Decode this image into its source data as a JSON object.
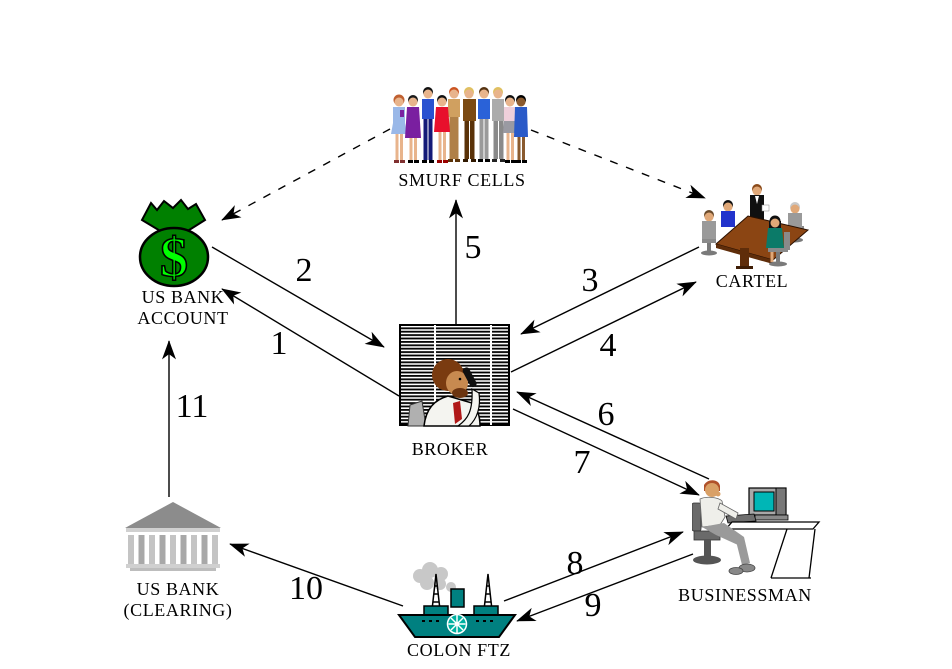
{
  "diagram": {
    "nodes": {
      "smurf_cells": {
        "label": "SMURF CELLS",
        "icon": "crowd-of-people"
      },
      "us_bank_account": {
        "line1": "US BANK",
        "line2": "ACCOUNT",
        "symbol": "$",
        "icon": "money-bag"
      },
      "cartel": {
        "label": "CARTEL",
        "icon": "boardroom-meeting"
      },
      "broker": {
        "label": "BROKER",
        "icon": "man-on-phone-by-blinds"
      },
      "businessman": {
        "label": "BUSINESSMAN",
        "icon": "man-at-computer-desk"
      },
      "us_bank_clearing": {
        "line1": "US BANK",
        "line2": "(CLEARING)",
        "icon": "bank-building"
      },
      "colon_ftz": {
        "label": "COLON FTZ",
        "icon": "cargo-ship"
      }
    },
    "flows": [
      {
        "label": "1",
        "from": "broker",
        "to": "us_bank_account",
        "style": "solid"
      },
      {
        "label": "2",
        "from": "us_bank_account",
        "to": "broker",
        "style": "solid"
      },
      {
        "label": "3",
        "from": "cartel",
        "to": "broker",
        "style": "solid"
      },
      {
        "label": "4",
        "from": "broker",
        "to": "cartel",
        "style": "solid"
      },
      {
        "label": "5",
        "from": "broker",
        "to": "smurf_cells",
        "style": "solid"
      },
      {
        "label": "6",
        "from": "businessman",
        "to": "broker",
        "style": "solid"
      },
      {
        "label": "7",
        "from": "broker",
        "to": "businessman",
        "style": "solid"
      },
      {
        "label": "8",
        "from": "colon_ftz",
        "to": "businessman",
        "style": "solid"
      },
      {
        "label": "9",
        "from": "businessman",
        "to": "colon_ftz",
        "style": "solid"
      },
      {
        "label": "10",
        "from": "colon_ftz",
        "to": "us_bank_clearing",
        "style": "solid"
      },
      {
        "label": "11",
        "from": "us_bank_clearing",
        "to": "us_bank_account",
        "style": "solid"
      }
    ],
    "unlabeled_links": [
      {
        "from": "smurf_cells",
        "to": "us_bank_account",
        "style": "dashed"
      },
      {
        "from": "smurf_cells",
        "to": "cartel",
        "style": "dashed"
      }
    ],
    "colors": {
      "background": "#ffffff",
      "line": "#000000",
      "money_bag_green": "#008000",
      "dollar_green": "#00ff00",
      "ship_teal": "#008080",
      "bank_gray": "#c4c4c4",
      "table_brown": "#8b4513"
    }
  }
}
